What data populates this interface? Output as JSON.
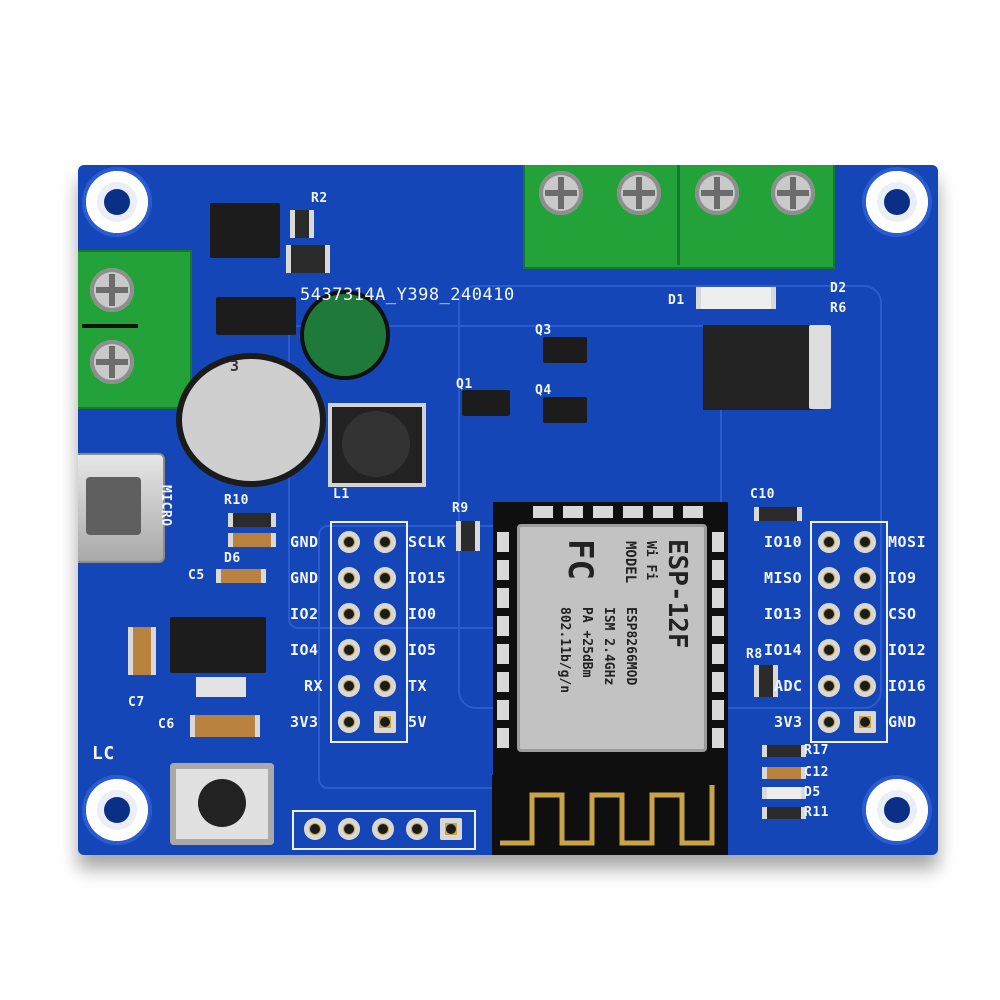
{
  "colors": {
    "pcb": "#1446b8",
    "silkscreen": "#f4f6ff",
    "terminal": "#23a23a",
    "module_shield": "#c2c2c2"
  },
  "board_id": "5437314A_Y398_240410",
  "brand_mark": "LC",
  "refs": {
    "R2": "R2",
    "R10": "R10",
    "R9": "R9",
    "R8": "R8",
    "R17": "R17",
    "R11": "R11",
    "R6": "R6",
    "C5": "C5",
    "C6": "C6",
    "C7": "C7",
    "C10": "C10",
    "C12": "C12",
    "D1": "D1",
    "D2": "D2",
    "D5": "D5",
    "D6": "D6",
    "Q1": "Q1",
    "Q3": "Q3",
    "Q4": "Q4",
    "L1": "L1",
    "C3_partial": "3",
    "usb": "MICRO"
  },
  "left_header": {
    "left_labels": [
      "GND",
      "GND",
      "IO2",
      "IO4",
      "RX",
      "3V3"
    ],
    "right_labels": [
      "SCLK",
      "IO15",
      "IO0",
      "IO5",
      "TX",
      "5V"
    ]
  },
  "right_header": {
    "left_labels": [
      "IO10",
      "MISO",
      "IO13",
      "IO14",
      "ADC",
      "3V3"
    ],
    "right_labels": [
      "MOSI",
      "IO9",
      "CSO",
      "IO12",
      "IO16",
      "GND"
    ]
  },
  "module": {
    "wifi": "Wi Fi",
    "fc": "FC",
    "model_line": "MODEL",
    "model": "ESP-12F",
    "chip": "ESP8266MOD",
    "ism": "ISM  2.4GHz",
    "pa": "PA  +25dBm",
    "std": "802.11b/g/n"
  }
}
